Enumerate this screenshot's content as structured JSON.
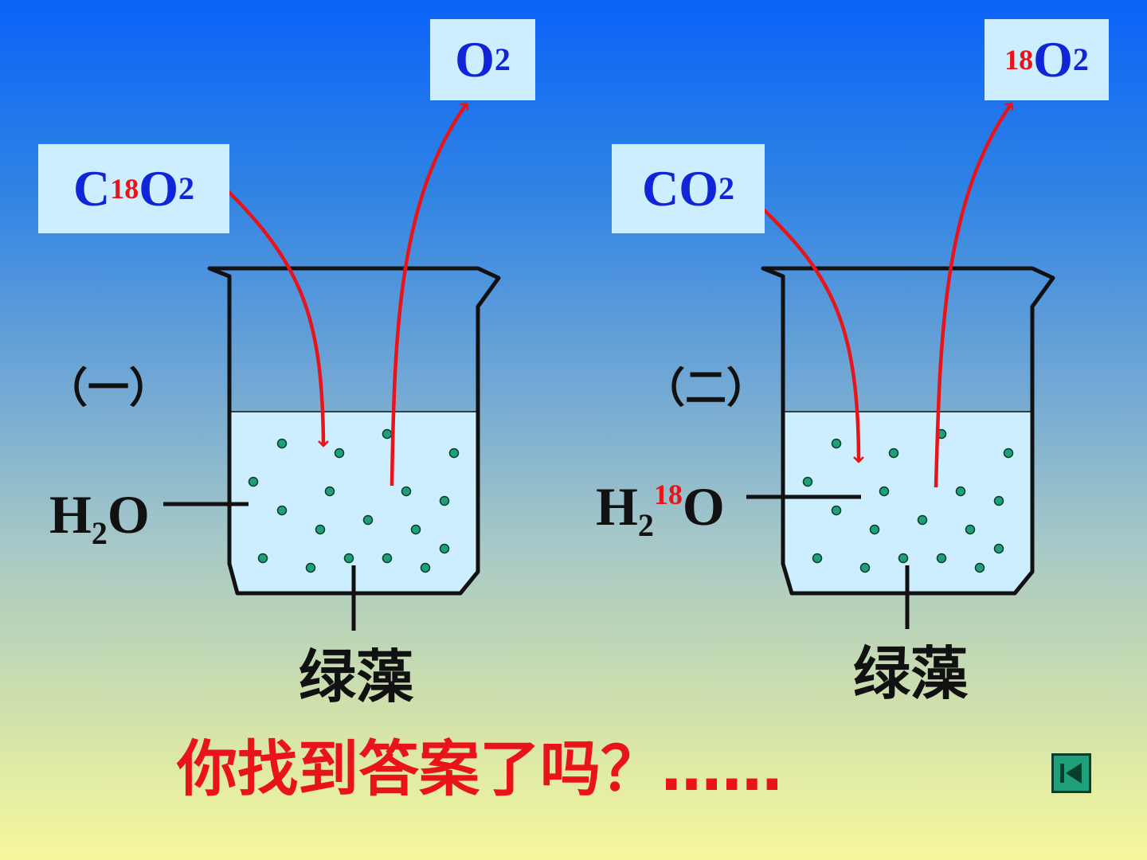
{
  "experiment1": {
    "input_gas": {
      "element_c": "C",
      "isotope": "18",
      "element_o": "O",
      "subscript": "2"
    },
    "output_gas": {
      "element": "O",
      "subscript": "2"
    },
    "number_label": "（一）",
    "water": {
      "h": "H",
      "h_sub": "2",
      "o": "O"
    },
    "algae_label": "绿藻"
  },
  "experiment2": {
    "input_gas": {
      "element": "CO",
      "subscript": "2"
    },
    "output_gas": {
      "isotope": "18",
      "element": "O",
      "subscript": "2"
    },
    "number_label": "（二）",
    "water": {
      "h": "H",
      "h_sub": "2",
      "isotope": "18",
      "o": "O"
    },
    "algae_label": "绿藻"
  },
  "question_text": "你找到答案了吗？……",
  "nav": {
    "icon": "first-slide-icon"
  },
  "colors": {
    "label_bg": "#cdeefe",
    "label_text": "#1024d8",
    "isotope_red": "#e8141a",
    "arrow_red": "#e8141a",
    "water": "#cdeefe",
    "algae_dot": "#1ea07a"
  }
}
